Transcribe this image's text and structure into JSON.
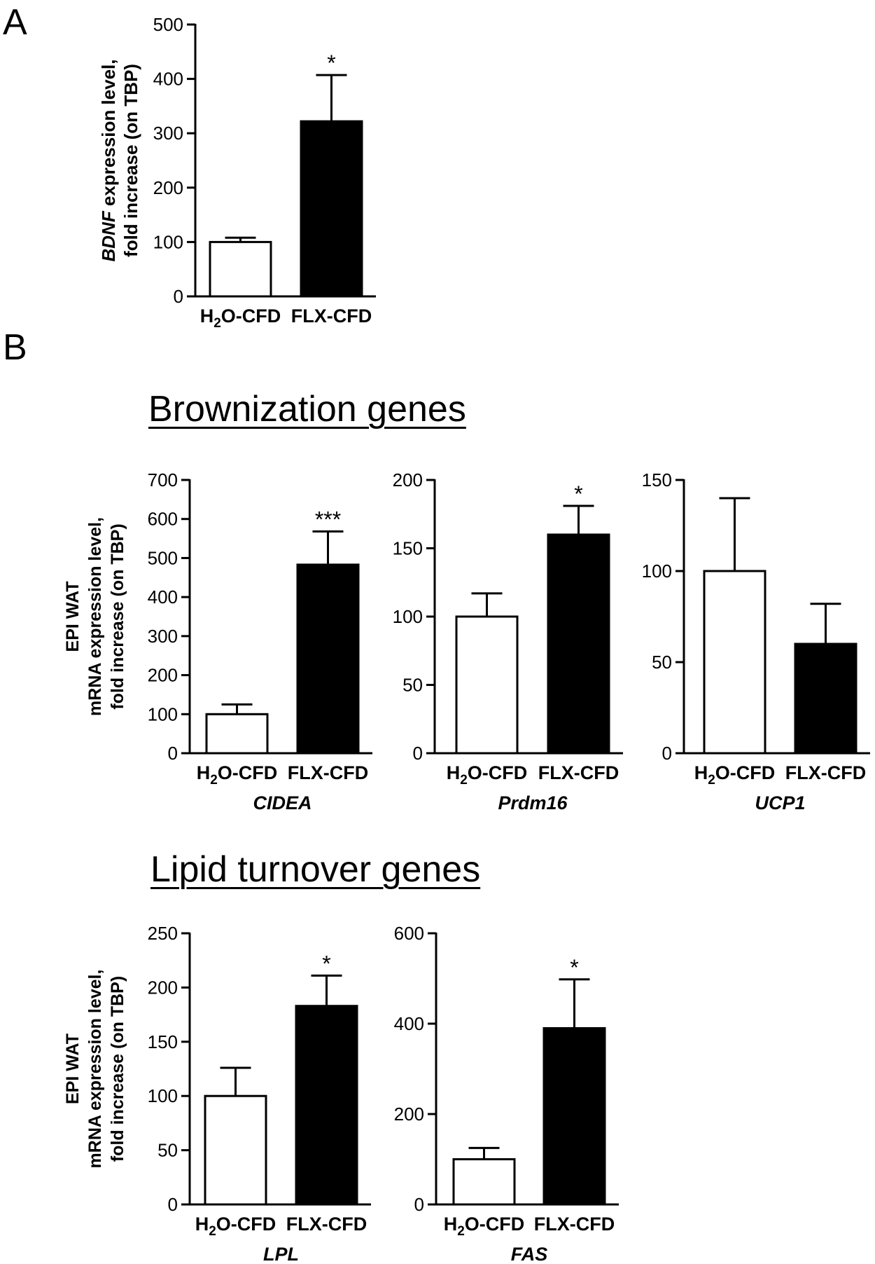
{
  "figure": {
    "panel_a": "A",
    "panel_b": "B",
    "brownization_title": "Brownization genes",
    "lipid_title": "Lipid turnover genes",
    "colors": {
      "h2o": "#ffffff",
      "flx": "#000000",
      "axis": "#000000"
    }
  },
  "chart_data": [
    {
      "id": "bdnf",
      "type": "bar",
      "categories": [
        "H2O-CFD",
        "FLX-CFD"
      ],
      "values": [
        100,
        322
      ],
      "errors": [
        8,
        85
      ],
      "significance": [
        "",
        "*"
      ],
      "ylim": [
        0,
        500
      ],
      "yticks": [
        0,
        100,
        200,
        300,
        400,
        500
      ],
      "ylabel_italic": "BDNF",
      "ylabel_rest": " expression level,",
      "ylabel_line2": "fold increase (on TBP)",
      "xlabel": ""
    },
    {
      "id": "cidea",
      "type": "bar",
      "categories": [
        "H2O-CFD",
        "FLX-CFD"
      ],
      "values": [
        100,
        483
      ],
      "errors": [
        25,
        85
      ],
      "significance": [
        "",
        "***"
      ],
      "ylim": [
        0,
        700
      ],
      "yticks": [
        0,
        100,
        200,
        300,
        400,
        500,
        600,
        700
      ],
      "ylabel_lines": [
        "EPI WAT",
        "mRNA expression level,",
        "fold increase (on TBP)"
      ],
      "xlabel": "CIDEA"
    },
    {
      "id": "prdm16",
      "type": "bar",
      "categories": [
        "H2O-CFD",
        "FLX-CFD"
      ],
      "values": [
        100,
        160
      ],
      "errors": [
        17,
        21
      ],
      "significance": [
        "",
        "*"
      ],
      "ylim": [
        0,
        200
      ],
      "yticks": [
        0,
        50,
        100,
        150,
        200
      ],
      "xlabel": "Prdm16"
    },
    {
      "id": "ucp1",
      "type": "bar",
      "categories": [
        "H2O-CFD",
        "FLX-CFD"
      ],
      "values": [
        100,
        60
      ],
      "errors": [
        40,
        22
      ],
      "significance": [
        "",
        ""
      ],
      "ylim": [
        0,
        150
      ],
      "yticks": [
        0,
        50,
        100,
        150
      ],
      "xlabel": "UCP1"
    },
    {
      "id": "lpl",
      "type": "bar",
      "categories": [
        "H2O-CFD",
        "FLX-CFD"
      ],
      "values": [
        100,
        183
      ],
      "errors": [
        26,
        28
      ],
      "significance": [
        "",
        "*"
      ],
      "ylim": [
        0,
        250
      ],
      "yticks": [
        0,
        50,
        100,
        150,
        200,
        250
      ],
      "ylabel_lines": [
        "EPI WAT",
        "mRNA expression level,",
        "fold increase (on TBP)"
      ],
      "xlabel": "LPL"
    },
    {
      "id": "fas",
      "type": "bar",
      "categories": [
        "H2O-CFD",
        "FLX-CFD"
      ],
      "values": [
        100,
        390
      ],
      "errors": [
        25,
        108
      ],
      "significance": [
        "",
        "*"
      ],
      "ylim": [
        0,
        600
      ],
      "yticks": [
        0,
        200,
        400,
        600
      ],
      "xlabel": "FAS"
    }
  ]
}
